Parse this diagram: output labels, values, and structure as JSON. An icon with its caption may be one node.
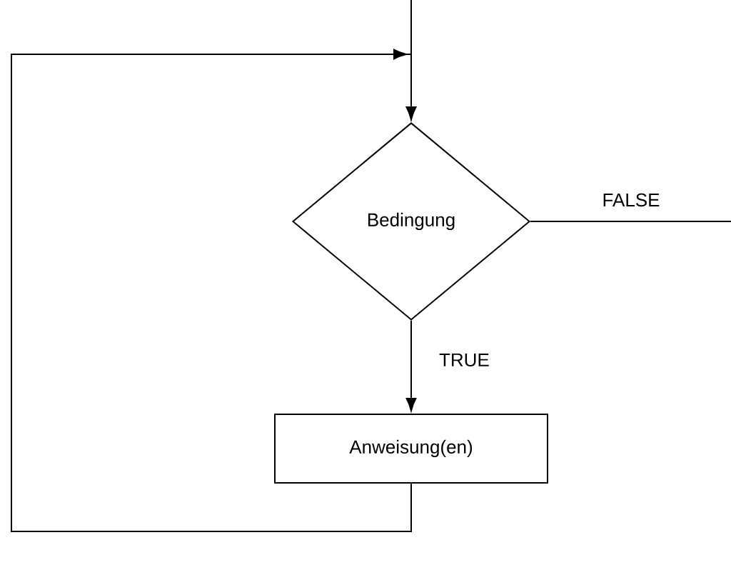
{
  "diagram": {
    "nodes": [
      {
        "text": [
          "Bedingung"
        ]
      },
      {
        "text": [
          "Anweisung(en)"
        ]
      }
    ],
    "edges": [
      {
        "from": null,
        "to": 0,
        "arrow": "to"
      },
      {
        "from": 0,
        "to": 1,
        "arrow": "to",
        "label": "TRUE"
      },
      {
        "from": 0,
        "to": null,
        "arrow": "none",
        "label": "FALSE"
      },
      {
        "from": 1,
        "to": 0,
        "arrow": "to"
      }
    ]
  }
}
